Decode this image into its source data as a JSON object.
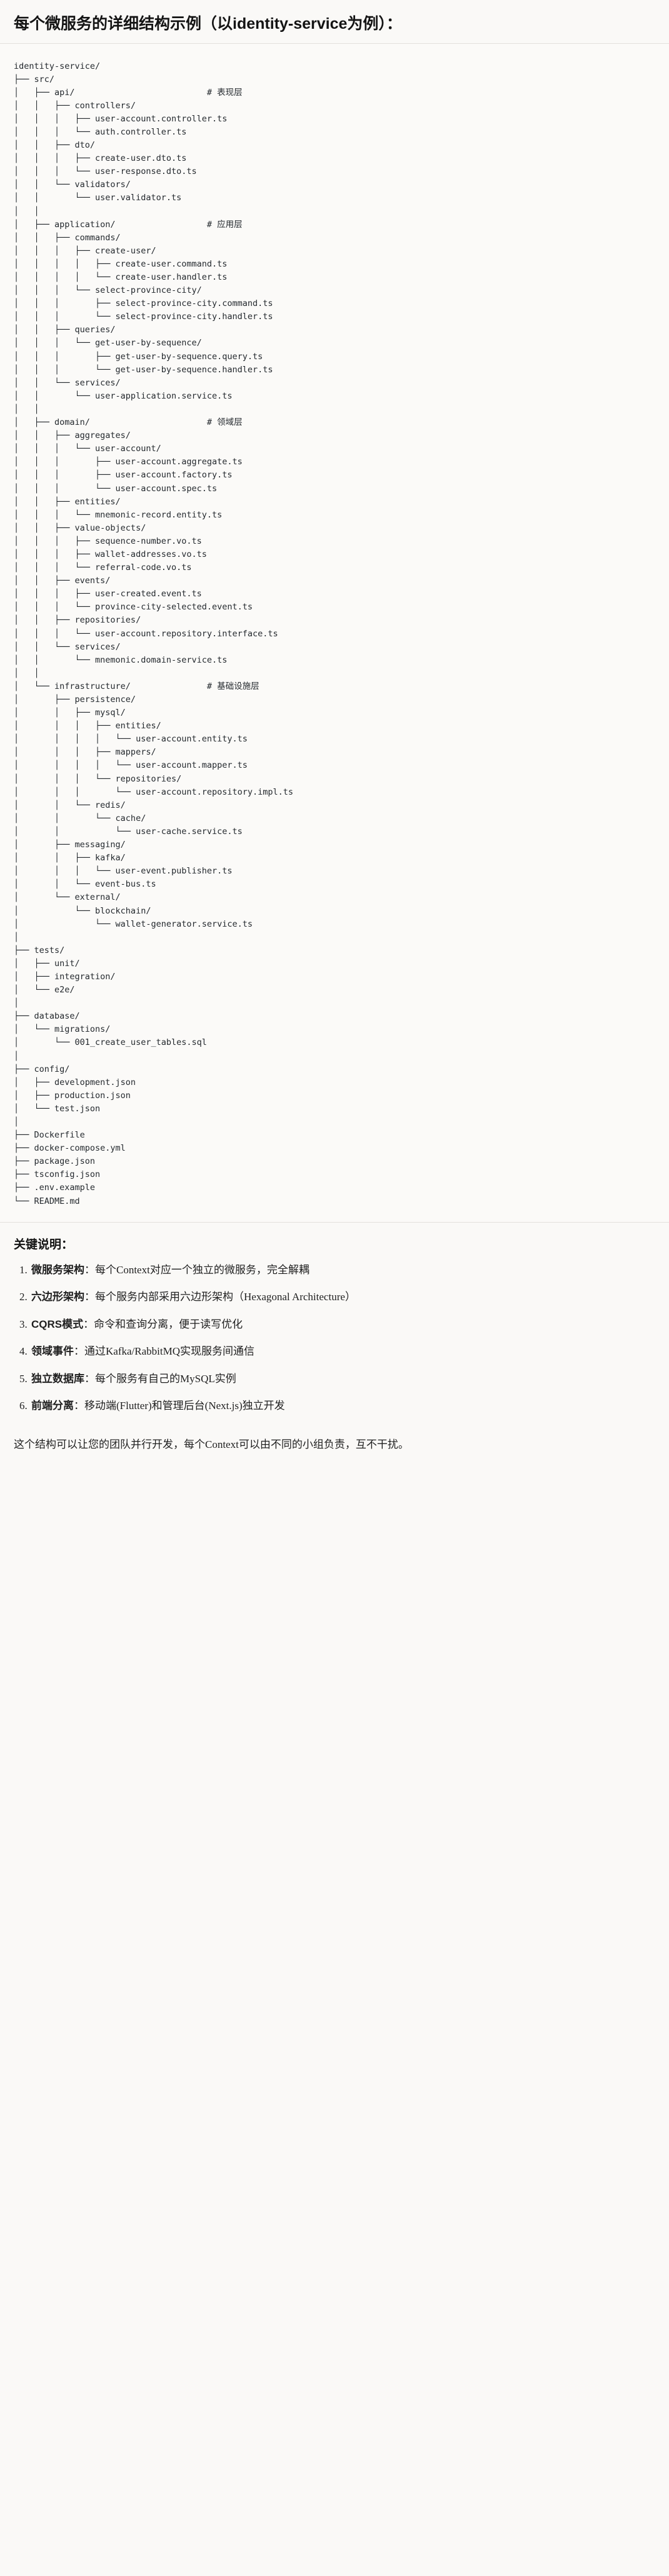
{
  "header": {
    "title": "每个微服务的详细结构示例（以identity-service为例）："
  },
  "tree": {
    "root": "identity-service/",
    "comments": {
      "api": "# 表现层",
      "application": "# 应用层",
      "domain": "# 领域层",
      "infrastructure": "# 基础设施层"
    },
    "text": "identity-service/\n├── src/\n│   ├── api/                          # 表现层\n│   │   ├── controllers/\n│   │   │   ├── user-account.controller.ts\n│   │   │   └── auth.controller.ts\n│   │   ├── dto/\n│   │   │   ├── create-user.dto.ts\n│   │   │   └── user-response.dto.ts\n│   │   └── validators/\n│   │       └── user.validator.ts\n│   │\n│   ├── application/                  # 应用层\n│   │   ├── commands/\n│   │   │   ├── create-user/\n│   │   │   │   ├── create-user.command.ts\n│   │   │   │   └── create-user.handler.ts\n│   │   │   └── select-province-city/\n│   │   │       ├── select-province-city.command.ts\n│   │   │       └── select-province-city.handler.ts\n│   │   ├── queries/\n│   │   │   └── get-user-by-sequence/\n│   │   │       ├── get-user-by-sequence.query.ts\n│   │   │       └── get-user-by-sequence.handler.ts\n│   │   └── services/\n│   │       └── user-application.service.ts\n│   │\n│   ├── domain/                       # 领域层\n│   │   ├── aggregates/\n│   │   │   └── user-account/\n│   │   │       ├── user-account.aggregate.ts\n│   │   │       ├── user-account.factory.ts\n│   │   │       └── user-account.spec.ts\n│   │   ├── entities/\n│   │   │   └── mnemonic-record.entity.ts\n│   │   ├── value-objects/\n│   │   │   ├── sequence-number.vo.ts\n│   │   │   ├── wallet-addresses.vo.ts\n│   │   │   └── referral-code.vo.ts\n│   │   ├── events/\n│   │   │   ├── user-created.event.ts\n│   │   │   └── province-city-selected.event.ts\n│   │   ├── repositories/\n│   │   │   └── user-account.repository.interface.ts\n│   │   └── services/\n│   │       └── mnemonic.domain-service.ts\n│   │\n│   └── infrastructure/               # 基础设施层\n│       ├── persistence/\n│       │   ├── mysql/\n│       │   │   ├── entities/\n│       │   │   │   └── user-account.entity.ts\n│       │   │   ├── mappers/\n│       │   │   │   └── user-account.mapper.ts\n│       │   │   └── repositories/\n│       │   │       └── user-account.repository.impl.ts\n│       │   └── redis/\n│       │       └── cache/\n│       │           └── user-cache.service.ts\n│       ├── messaging/\n│       │   ├── kafka/\n│       │   │   └── user-event.publisher.ts\n│       │   └── event-bus.ts\n│       └── external/\n│           └── blockchain/\n│               └── wallet-generator.service.ts\n│\n├── tests/\n│   ├── unit/\n│   ├── integration/\n│   └── e2e/\n│\n├── database/\n│   └── migrations/\n│       └── 001_create_user_tables.sql\n│\n├── config/\n│   ├── development.json\n│   ├── production.json\n│   └── test.json\n│\n├── Dockerfile\n├── docker-compose.yml\n├── package.json\n├── tsconfig.json\n├── .env.example\n└── README.md"
  },
  "notes": {
    "title": "关键说明：",
    "items": [
      {
        "term": "微服务架构",
        "separator": "：",
        "desc": "每个Context对应一个独立的微服务，完全解耦"
      },
      {
        "term": "六边形架构",
        "separator": "：",
        "desc": "每个服务内部采用六边形架构（Hexagonal Architecture）"
      },
      {
        "term": "CQRS模式",
        "separator": "：",
        "desc": "命令和查询分离，便于读写优化"
      },
      {
        "term": "领域事件",
        "separator": "：",
        "desc": "通过Kafka/RabbitMQ实现服务间通信"
      },
      {
        "term": "独立数据库",
        "separator": "：",
        "desc": "每个服务有自己的MySQL实例"
      },
      {
        "term": "前端分离",
        "separator": "：",
        "desc": "移动端(Flutter)和管理后台(Next.js)独立开发"
      }
    ],
    "closing": "这个结构可以让您的团队并行开发，每个Context可以由不同的小组负责，互不干扰。"
  },
  "colors": {
    "background": "#faf9f7",
    "code_background": "#fbfaf8",
    "text": "#1f1f1f",
    "code_text": "#24292e",
    "divider": "#e3e1dd"
  }
}
